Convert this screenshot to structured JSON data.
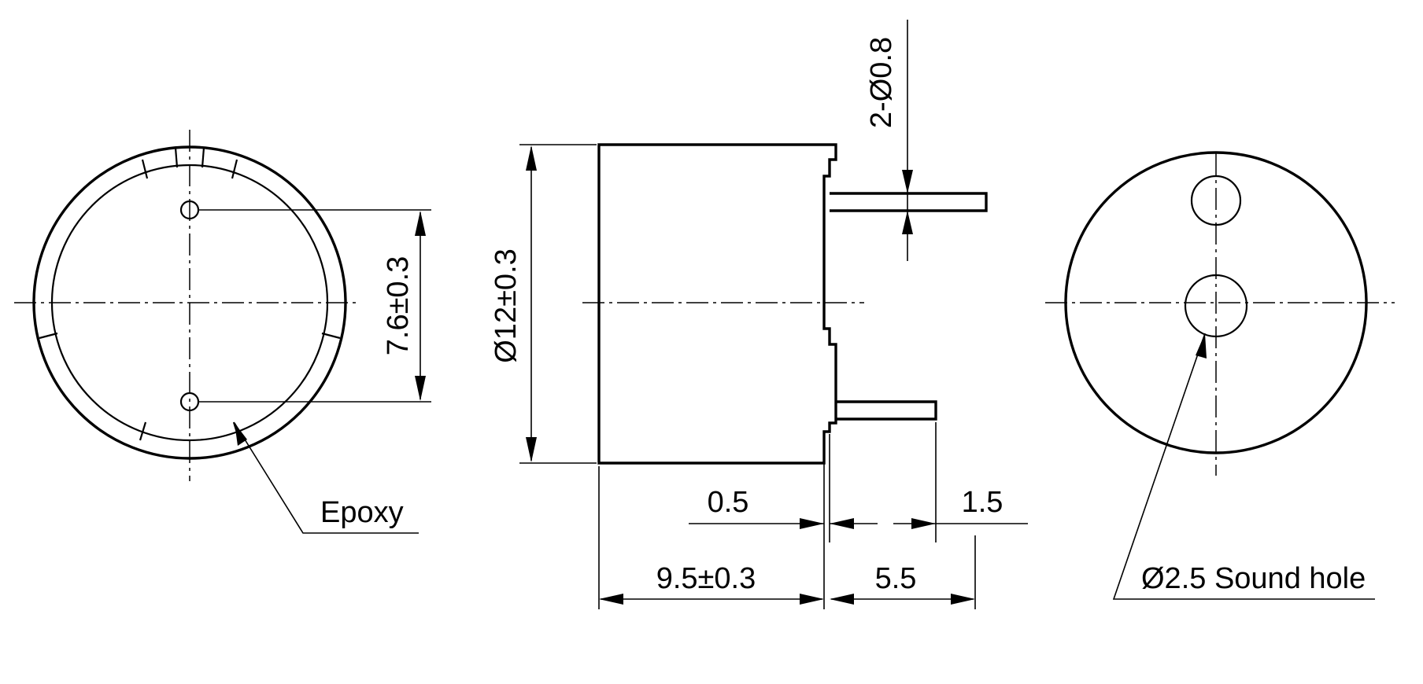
{
  "labels": {
    "epoxy": "Epoxy",
    "pin_spacing": "7.6±0.3",
    "diameter": "Ø12±0.3",
    "pin_diameter": "2-Ø0.8",
    "offset_small": "0.5",
    "pin_tip": "1.5",
    "height": "9.5±0.3",
    "pin_length": "5.5",
    "sound_hole": "Ø2.5 Sound hole"
  }
}
